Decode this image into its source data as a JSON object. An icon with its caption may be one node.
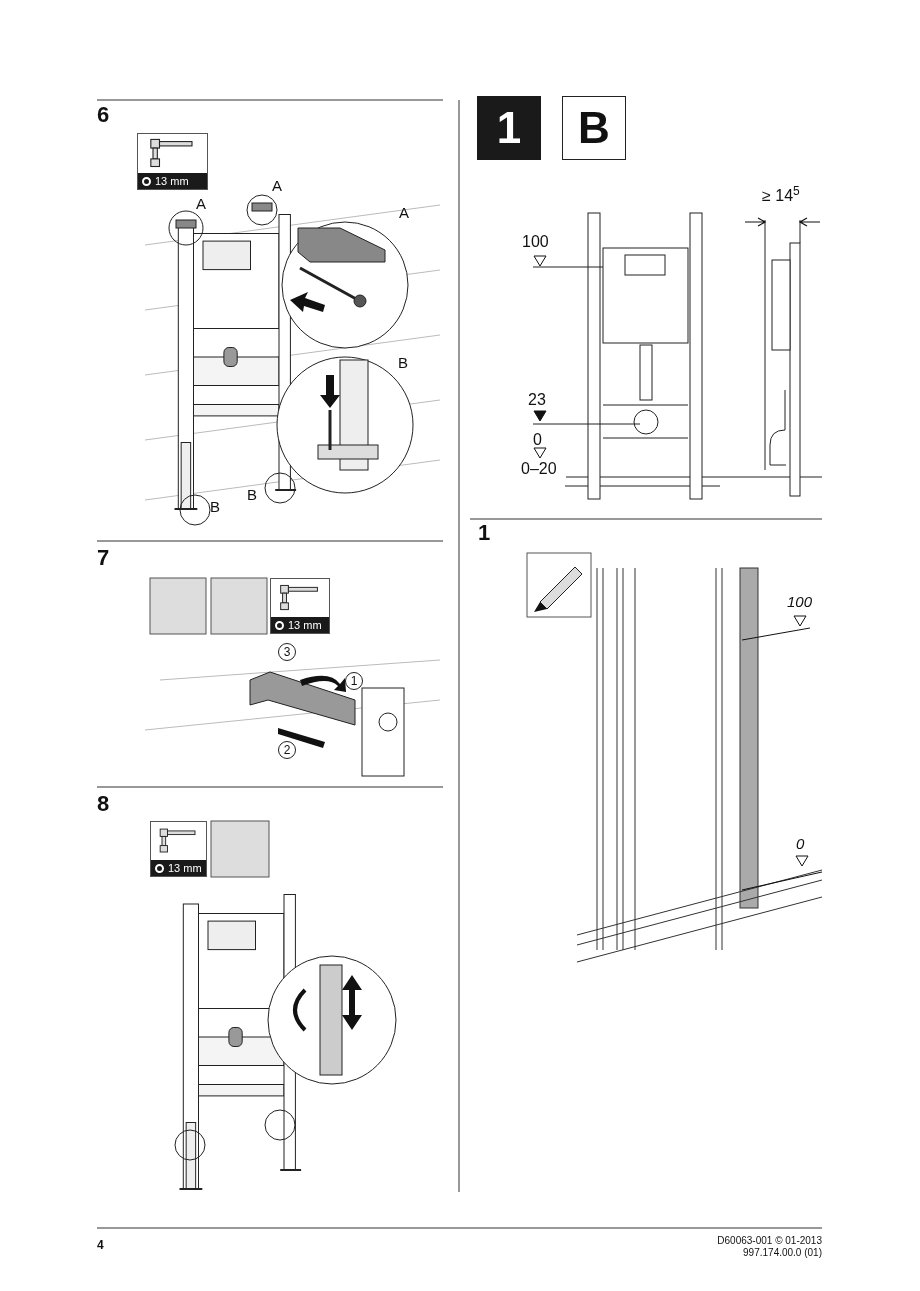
{
  "diagram": {
    "nodes": [
      {
        "text": [
          "13 mm"
        ]
      },
      {
        "text": [
          "13 mm"
        ]
      },
      {
        "text": [
          "3"
        ]
      },
      {
        "text": [
          "1"
        ]
      },
      {
        "text": [
          "2"
        ]
      },
      {
        "text": [
          "13 mm"
        ]
      },
      {
        "text": [
          "1"
        ]
      },
      {
        "text": [
          "B"
        ]
      }
    ],
    "labels": [
      "6",
      "A",
      "A",
      "A",
      "B",
      "B",
      "B",
      "7",
      "8",
      "≥ 14$^{5}$",
      "100",
      "23",
      "0",
      "0–20",
      "1",
      "100",
      "0",
      "4",
      "D60063-001 © 01-2013",
      "997.174.00.0 (01)"
    ]
  }
}
